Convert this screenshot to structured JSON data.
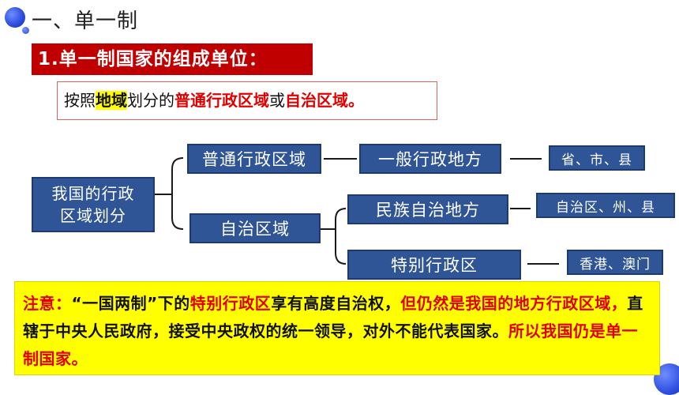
{
  "heading": "一、单一制",
  "subheading": "1.单一制国家的组成单位：",
  "rule": {
    "prefix": "按照",
    "highlight": "地域",
    "middle": "划分的",
    "red1": "普通行政区域",
    "or": "或",
    "red2": "自治区域。"
  },
  "diagram": {
    "root_line1": "我国的行政",
    "root_line2": "区域划分",
    "branch1": "普通行政区域",
    "branch2": "自治区域",
    "sub1": "一般行政地方",
    "sub2": "民族自治地方",
    "sub3": "特别行政区",
    "leaf1": "省、市、县",
    "leaf2": "自治区、州、县",
    "leaf3": "香港、澳门"
  },
  "note": {
    "p1_red": "注意：",
    "p1_black": "“一国两制”下的",
    "p1_red2": "特别行政区",
    "p1_black2": "享有高度自治权，",
    "p1_red3": "但仍然是我国的地方行政区域，",
    "p2_black": "直辖于中央人民政府，接受中央政权的统一领导，对外不能代表国家。",
    "p3_red": "所以我国仍是单一制国家。"
  },
  "colors": {
    "accent_red": "#c00000",
    "node_blue": "#2f5597",
    "highlight_yellow": "#ffff00"
  }
}
